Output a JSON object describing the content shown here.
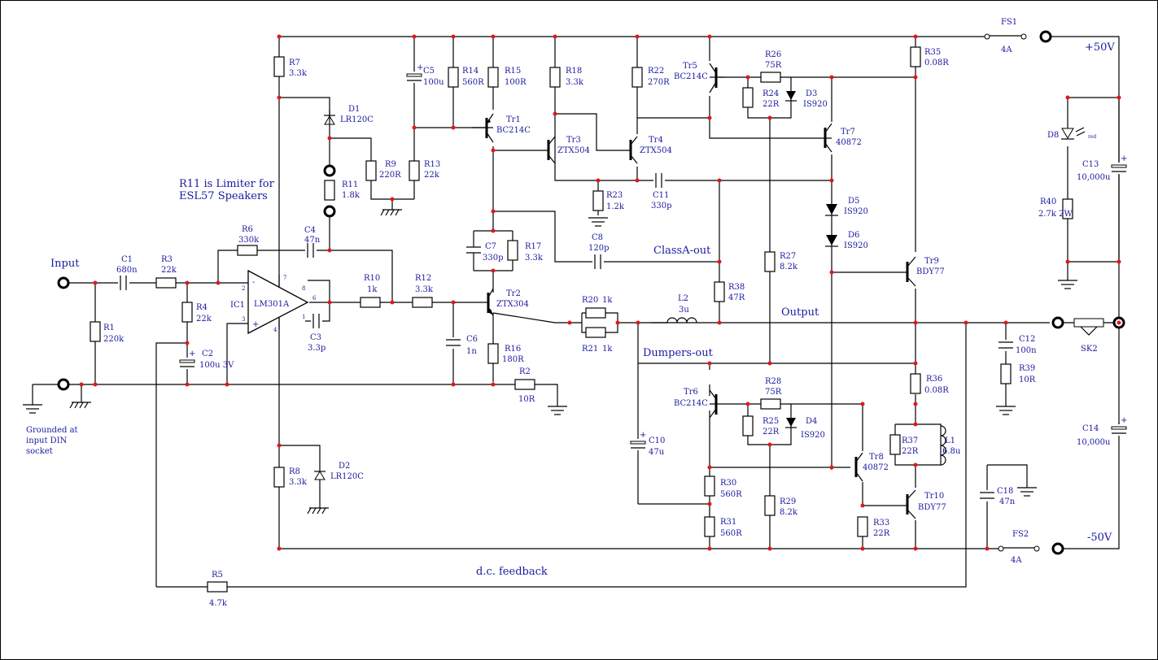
{
  "labels": {
    "input": "Input",
    "output": "Output",
    "plus50": "+50V",
    "minus50": "-50V",
    "classa_out": "ClassA-out",
    "dumpers_out": "Dumpers-out",
    "dc_feedback": "d.c. feedback",
    "grounded_note": [
      "Grounded at",
      "input DIN",
      "socket"
    ],
    "r11_note": [
      "R11 is Limiter for",
      "ESL57 Speakers"
    ],
    "ic1": "IC1",
    "ic1_part": "LM301A",
    "pins": [
      "2",
      "3",
      "7",
      "8",
      "6",
      "1",
      "4"
    ],
    "red": "red"
  },
  "components": [
    {
      "ref": "R7",
      "val": "3.3k"
    },
    {
      "ref": "R8",
      "val": "3.3k"
    },
    {
      "ref": "D1",
      "val": "LR120C"
    },
    {
      "ref": "D2",
      "val": "LR120C"
    },
    {
      "ref": "R11",
      "val": "1.8k"
    },
    {
      "ref": "R9",
      "val": "220R"
    },
    {
      "ref": "R13",
      "val": "22k"
    },
    {
      "ref": "C5",
      "val": "100u"
    },
    {
      "ref": "R14",
      "val": "560R"
    },
    {
      "ref": "R15",
      "val": "100R"
    },
    {
      "ref": "Tr1",
      "val": "BC214C"
    },
    {
      "ref": "R18",
      "val": "3.3k"
    },
    {
      "ref": "Tr3",
      "val": "ZTX504"
    },
    {
      "ref": "R22",
      "val": "270R"
    },
    {
      "ref": "Tr4",
      "val": "ZTX504"
    },
    {
      "ref": "Tr5",
      "val": "BC214C"
    },
    {
      "ref": "R26",
      "val": "75R"
    },
    {
      "ref": "R24",
      "val": "22R"
    },
    {
      "ref": "D3",
      "val": "IS920"
    },
    {
      "ref": "Tr7",
      "val": "40872"
    },
    {
      "ref": "R35",
      "val": "0.08R"
    },
    {
      "ref": "R23",
      "val": "1.2k"
    },
    {
      "ref": "C11",
      "val": "330p"
    },
    {
      "ref": "D5",
      "val": "IS920"
    },
    {
      "ref": "D6",
      "val": "IS920"
    },
    {
      "ref": "C7",
      "val": "330p"
    },
    {
      "ref": "R17",
      "val": "3.3k"
    },
    {
      "ref": "C8",
      "val": "120p"
    },
    {
      "ref": "R27",
      "val": "8.2k"
    },
    {
      "ref": "Tr9",
      "val": "BDY77"
    },
    {
      "ref": "R38",
      "val": "47R"
    },
    {
      "ref": "L2",
      "val": "3u"
    },
    {
      "ref": "Tr2",
      "val": "ZTX304"
    },
    {
      "ref": "R20",
      "val": "1k"
    },
    {
      "ref": "R21",
      "val": "1k"
    },
    {
      "ref": "R16",
      "val": "180R"
    },
    {
      "ref": "C6",
      "val": "1n"
    },
    {
      "ref": "R2",
      "val": "10R"
    },
    {
      "ref": "R12",
      "val": "3.3k"
    },
    {
      "ref": "R10",
      "val": "1k"
    },
    {
      "ref": "C3",
      "val": "3.3p"
    },
    {
      "ref": "R6",
      "val": "330k"
    },
    {
      "ref": "C4",
      "val": "47n"
    },
    {
      "ref": "C1",
      "val": "680n"
    },
    {
      "ref": "R3",
      "val": "22k"
    },
    {
      "ref": "R1",
      "val": "220k"
    },
    {
      "ref": "R4",
      "val": "22k"
    },
    {
      "ref": "C2",
      "val": "100u 3V"
    },
    {
      "ref": "R5",
      "val": "4.7k"
    },
    {
      "ref": "Tr6",
      "val": "BC214C"
    },
    {
      "ref": "R28",
      "val": "75R"
    },
    {
      "ref": "R25",
      "val": "22R"
    },
    {
      "ref": "D4",
      "val": "IS920"
    },
    {
      "ref": "R36",
      "val": "0.08R"
    },
    {
      "ref": "R37",
      "val": "22R"
    },
    {
      "ref": "L1",
      "val": "6.8u"
    },
    {
      "ref": "Tr8",
      "val": "40872"
    },
    {
      "ref": "C10",
      "val": "47u"
    },
    {
      "ref": "R30",
      "val": "560R"
    },
    {
      "ref": "R31",
      "val": "560R"
    },
    {
      "ref": "R29",
      "val": "8.2k"
    },
    {
      "ref": "Tr10",
      "val": "BDY77"
    },
    {
      "ref": "R33",
      "val": "22R"
    },
    {
      "ref": "C12",
      "val": "100n"
    },
    {
      "ref": "R39",
      "val": "10R"
    },
    {
      "ref": "SK2",
      "val": ""
    },
    {
      "ref": "FS1",
      "val": "4A"
    },
    {
      "ref": "FS2",
      "val": "4A"
    },
    {
      "ref": "D8",
      "val": ""
    },
    {
      "ref": "C13",
      "val": "10,000u"
    },
    {
      "ref": "R40",
      "val": "2.7k 2W"
    },
    {
      "ref": "C14",
      "val": "10,000u"
    },
    {
      "ref": "C18",
      "val": "47n"
    }
  ]
}
